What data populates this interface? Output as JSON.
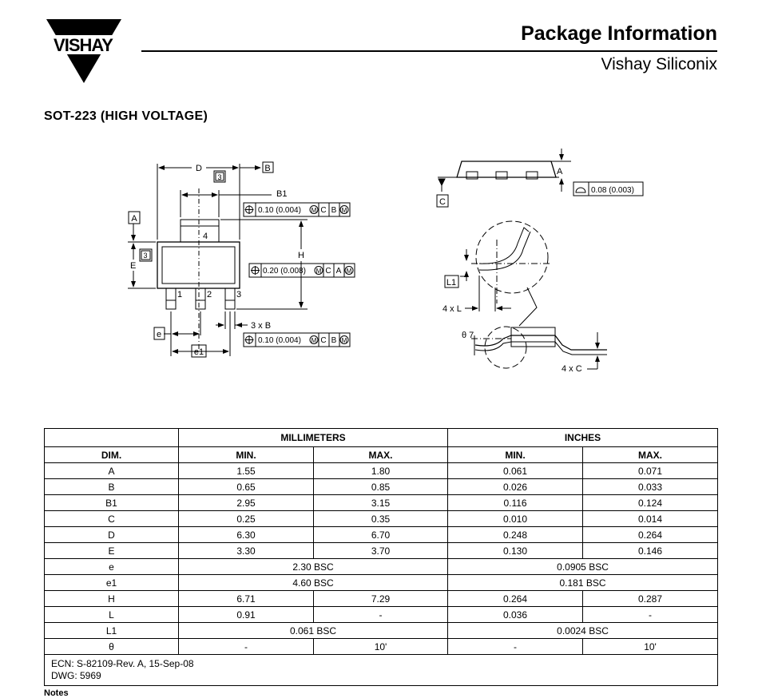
{
  "header": {
    "brand": "VISHAY",
    "title": "Package Information",
    "subtitle": "Vishay Siliconix"
  },
  "section_title": "SOT-223 (HIGH VOLTAGE)",
  "drawing": {
    "labels": {
      "D": "D",
      "B1": "B1",
      "B": "B",
      "A": "A",
      "C": "C",
      "E": "E",
      "H": "H",
      "e": "e",
      "e1": "e1",
      "L1": "L1",
      "four": "4",
      "three": "3",
      "pin1": "1",
      "pin2": "2",
      "pin3": "3",
      "three_x_b": "3 x B",
      "four_x_L": "4 x L",
      "four_x_C": "4 x C",
      "theta7": "θ 7",
      "datum_note": "3"
    },
    "tolerances": {
      "tol1": "0.10 (0.004)",
      "tol2": "0.20 (0.008)",
      "tol3": "0.10 (0.004)",
      "flatness": "0.08 (0.003)",
      "m": "M"
    }
  },
  "table": {
    "group_headers": {
      "mm": "MILLIMETERS",
      "in": "INCHES"
    },
    "col_headers": {
      "dim": "DIM.",
      "mm_min": "MIN.",
      "mm_max": "MAX.",
      "in_min": "MIN.",
      "in_max": "MAX."
    },
    "rows": [
      {
        "dim": "A",
        "mm_min": "1.55",
        "mm_max": "1.80",
        "in_min": "0.061",
        "in_max": "0.071"
      },
      {
        "dim": "B",
        "mm_min": "0.65",
        "mm_max": "0.85",
        "in_min": "0.026",
        "in_max": "0.033"
      },
      {
        "dim": "B1",
        "mm_min": "2.95",
        "mm_max": "3.15",
        "in_min": "0.116",
        "in_max": "0.124"
      },
      {
        "dim": "C",
        "mm_min": "0.25",
        "mm_max": "0.35",
        "in_min": "0.010",
        "in_max": "0.014"
      },
      {
        "dim": "D",
        "mm_min": "6.30",
        "mm_max": "6.70",
        "in_min": "0.248",
        "in_max": "0.264"
      },
      {
        "dim": "E",
        "mm_min": "3.30",
        "mm_max": "3.70",
        "in_min": "0.130",
        "in_max": "0.146"
      },
      {
        "dim": "e",
        "mm_span": "2.30 BSC",
        "in_span": "0.0905 BSC"
      },
      {
        "dim": "e1",
        "mm_span": "4.60 BSC",
        "in_span": "0.181 BSC"
      },
      {
        "dim": "H",
        "mm_min": "6.71",
        "mm_max": "7.29",
        "in_min": "0.264",
        "in_max": "0.287"
      },
      {
        "dim": "L",
        "mm_min": "0.91",
        "mm_max": "-",
        "in_min": "0.036",
        "in_max": "-"
      },
      {
        "dim": "L1",
        "mm_span": "0.061 BSC",
        "in_span": "0.0024 BSC"
      },
      {
        "dim": "θ",
        "mm_min": "-",
        "mm_max": "10'",
        "in_min": "-",
        "in_max": "10'"
      }
    ],
    "footer": {
      "ecn": "ECN: S-82109-Rev. A, 15-Sep-08",
      "dwg": "DWG: 5969"
    }
  },
  "notes_heading": "Notes"
}
